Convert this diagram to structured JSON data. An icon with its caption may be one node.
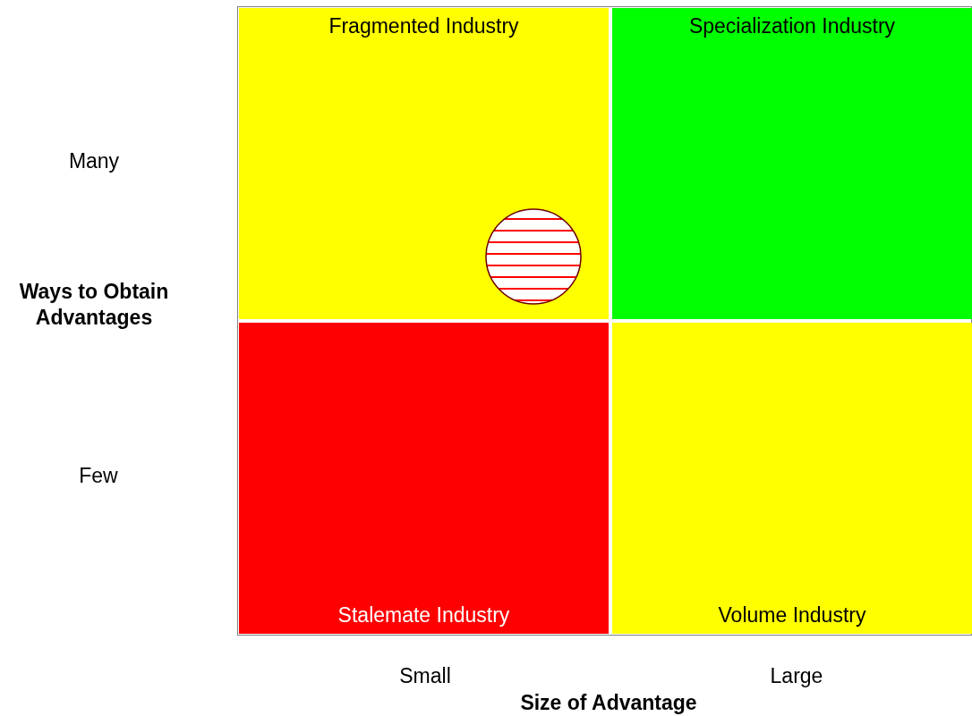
{
  "diagram": {
    "nodes": [
      {
        "text": [
          "Fragmented Industry"
        ]
      },
      {
        "text": [
          "Specialization Industry"
        ]
      },
      {
        "text": [
          "Stalemate Industry"
        ]
      },
      {
        "text": [
          "Volume Industry"
        ]
      },
      {
        "text": [],
        "shape": "circle",
        "in": 0
      }
    ],
    "labels": [
      "Many",
      "Ways to Obtain Advantages",
      "Few",
      "Small",
      "Large",
      "Size of Advantage"
    ]
  }
}
